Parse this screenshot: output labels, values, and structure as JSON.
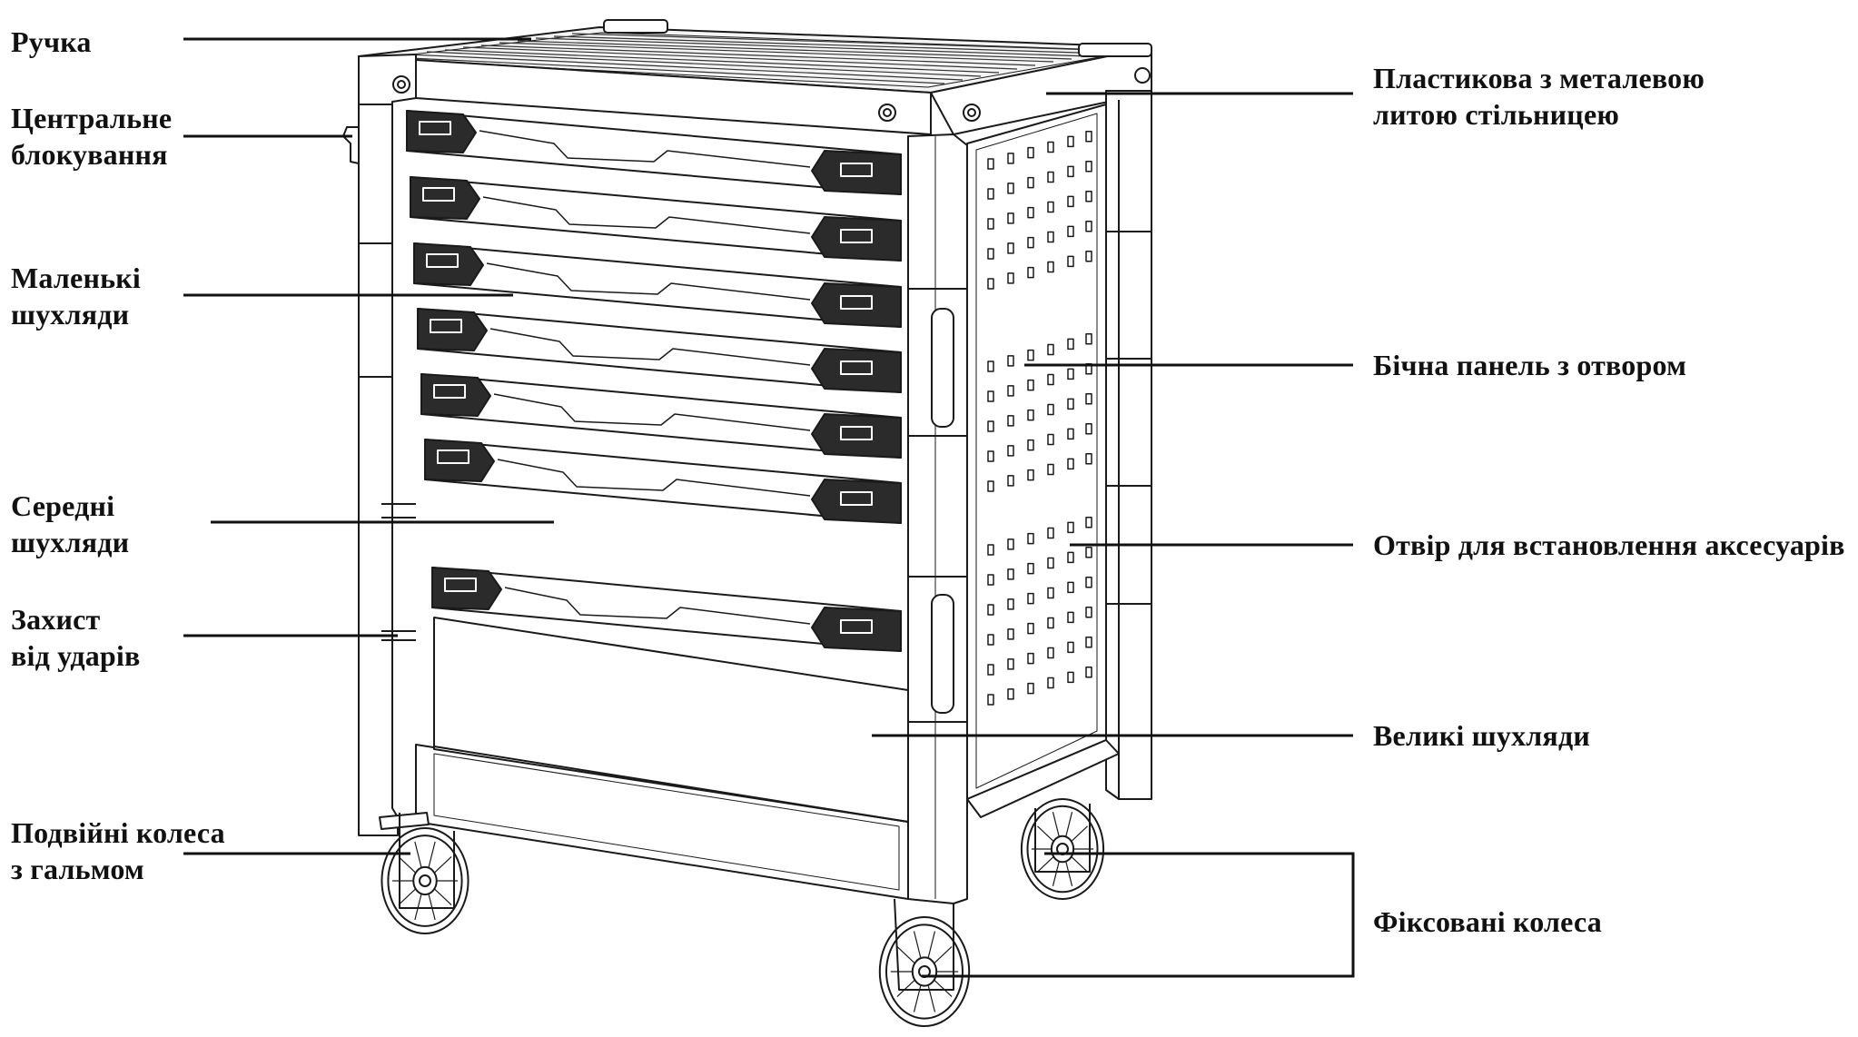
{
  "labels": {
    "handle": {
      "lines": [
        "Ручка"
      ]
    },
    "central_lock": {
      "lines": [
        "Центральне",
        "блокування"
      ]
    },
    "small_drawers": {
      "lines": [
        "Маленькі",
        "шухляди"
      ]
    },
    "medium_drawers": {
      "lines": [
        "Середні",
        "шухляди"
      ]
    },
    "impact_protection": {
      "lines": [
        "Захист",
        "від ударів"
      ]
    },
    "twin_wheels_brake": {
      "lines": [
        "Подвійні колеса",
        "з гальмом"
      ]
    },
    "tabletop": {
      "lines": [
        "Пластикова з металевою",
        "литою стільницею"
      ]
    },
    "side_panel": {
      "lines": [
        "Бічна панель з отвором"
      ]
    },
    "accessory_hole": {
      "lines": [
        "Отвір для встановлення аксесуарів"
      ]
    },
    "large_drawers": {
      "lines": [
        "Великі шухляди"
      ]
    },
    "fixed_wheels": {
      "lines": [
        "Фіксовані колеса"
      ]
    }
  },
  "colors": {
    "line": "#1a1a1a",
    "drawer_face": "#2b2b2b",
    "background": "#ffffff"
  },
  "drawing": {
    "small_drawer_count": 5,
    "medium_drawer_count": 1,
    "large_drawer_count": 1
  }
}
